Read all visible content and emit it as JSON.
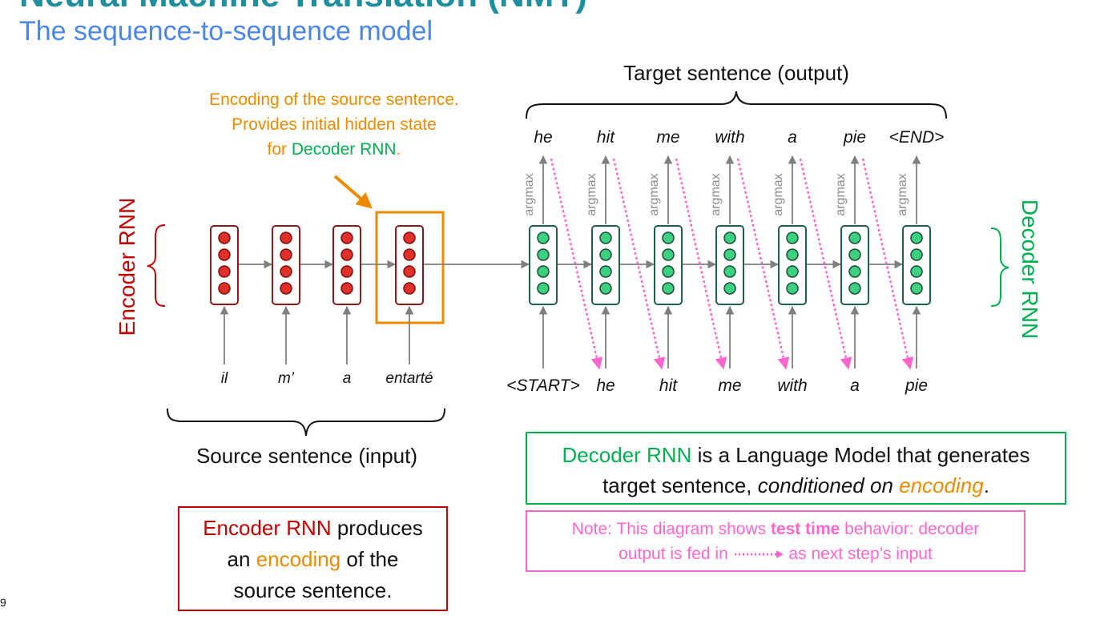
{
  "slide": {
    "title_partial": "Neural Machine Translation (NMT)",
    "subtitle": "The sequence-to-sequence model",
    "page_number": "9"
  },
  "colors": {
    "title_blue": "#4a86e8",
    "encoder_red": "#c00000",
    "encoder_dot": "#e0302a",
    "decoder_green": "#00b050",
    "decoder_cell_border": "#1f5f4f",
    "decoder_dot": "#3dd17f",
    "encoding_orange": "#ed8b00",
    "note_pink": "#ff66cc",
    "arrow_gray": "#7f7f7f"
  },
  "labels": {
    "target_sentence": "Target sentence (output)",
    "source_sentence": "Source sentence (input)",
    "encoder_rnn": "Encoder RNN",
    "decoder_rnn": "Decoder RNN",
    "argmax": "argmax"
  },
  "encoding_note": {
    "line1": "Encoding of the source sentence.",
    "line2": "Provides initial hidden state",
    "line3_prefix": "for ",
    "line3_colored": "Decoder RNN",
    "line3_suffix": "."
  },
  "source_words": [
    "il",
    "m’",
    "a",
    "entarté"
  ],
  "decoder_inputs": [
    "<START>",
    "he",
    "hit",
    "me",
    "with",
    "a",
    "pie"
  ],
  "target_words": [
    "he",
    "hit",
    "me",
    "with",
    "a",
    "pie",
    "<END>"
  ],
  "decoder_box": {
    "colored": "Decoder RNN",
    "line1_rest": " is a Language Model that generates",
    "line2_a": "target sentence, ",
    "line2_italic": "conditioned on ",
    "line2_colored_italic": "encoding",
    "line2_end": "."
  },
  "encoder_box": {
    "colored": "Encoder RNN",
    "line1_rest": " produces",
    "line2_a": "an ",
    "line2_colored": "encoding",
    "line2_b": " of the",
    "line3": "source sentence."
  },
  "note_box": {
    "prefix": "Note: This diagram shows ",
    "bold": "test time",
    "suffix": " behavior: decoder",
    "line2_a": "output is fed in ",
    "line2_b": " as next step’s input"
  }
}
